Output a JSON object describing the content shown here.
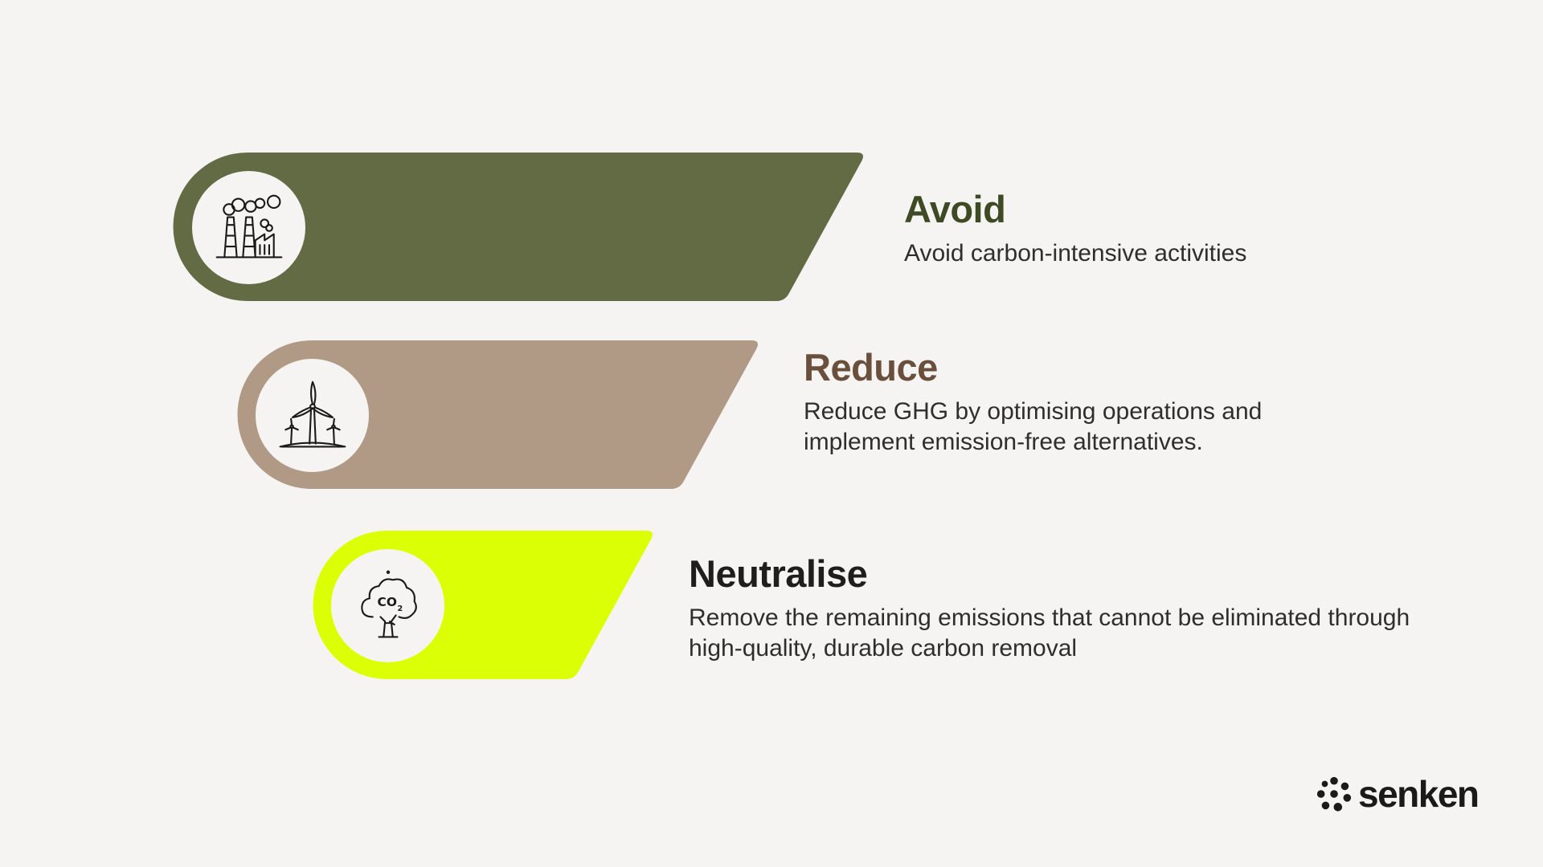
{
  "steps": [
    {
      "title": "Avoid",
      "description": "Avoid carbon-intensive activities",
      "color": "#636b45",
      "title_color": "#3d4a24",
      "icon": "factory-icon"
    },
    {
      "title": "Reduce",
      "description": "Reduce GHG by optimising operations and implement emission-free alternatives.",
      "color": "#b09a85",
      "title_color": "#6a4f3c",
      "icon": "wind-turbine-icon"
    },
    {
      "title": "Neutralise",
      "description": "Remove the remaining emissions that cannot be eliminated through high-quality, durable carbon removal",
      "color": "#dbff05",
      "title_color": "#1e1e1e",
      "icon": "co2-tree-icon"
    }
  ],
  "brand": {
    "name": "senken",
    "logo_icon": "senken-logo-icon"
  },
  "background": "#f5f4f2"
}
